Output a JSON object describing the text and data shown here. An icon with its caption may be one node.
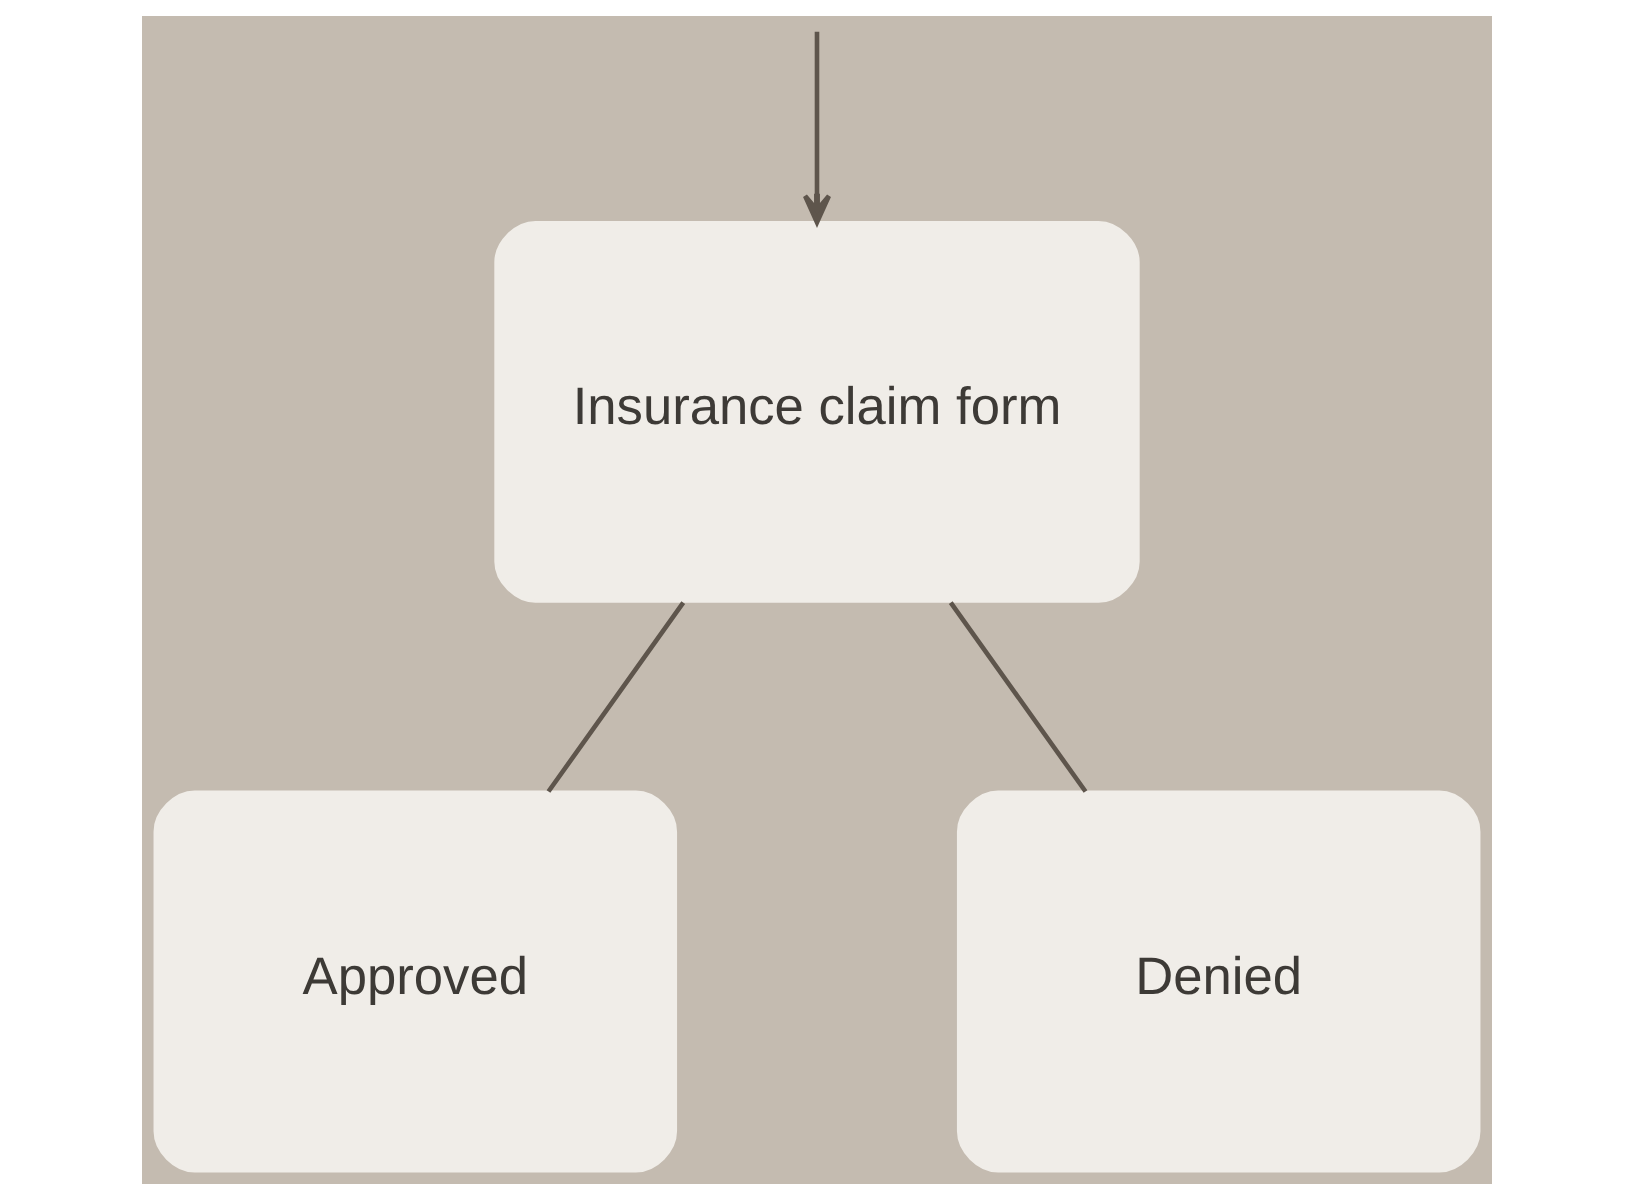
{
  "diagram": {
    "nodes": [
      {
        "text": [
          "Insurance claim form"
        ]
      },
      {
        "text": [
          "Approved"
        ]
      },
      {
        "text": [
          "Denied"
        ]
      }
    ],
    "edges": [
      {
        "from": null,
        "to": 0,
        "arrow": "to"
      },
      {
        "from": 0,
        "to": 1,
        "arrow": "none"
      },
      {
        "from": 0,
        "to": 2,
        "arrow": "none"
      }
    ]
  }
}
